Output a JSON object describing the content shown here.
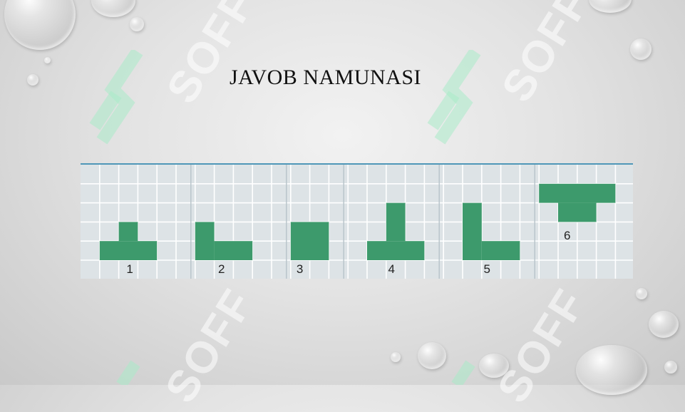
{
  "slide": {
    "title": "JAVOB NAMUNASI"
  },
  "watermark": {
    "text": "SOFF",
    "icon": "soff-logo-icon"
  },
  "figures": [
    {
      "label": "1",
      "shape": "t-shape-base"
    },
    {
      "label": "2",
      "shape": "l-shape"
    },
    {
      "label": "3",
      "shape": "square"
    },
    {
      "label": "4",
      "shape": "inverted-t-tall"
    },
    {
      "label": "5",
      "shape": "l-shape-tall"
    },
    {
      "label": "6",
      "shape": "t-shape-top"
    }
  ],
  "colors": {
    "fill": "#3d9a6c",
    "grid_bg": "#dde3e6",
    "grid_line": "#ffffff",
    "grid_border": "#4f97b8",
    "divider": "#b7c3c9",
    "title": "#111111"
  }
}
